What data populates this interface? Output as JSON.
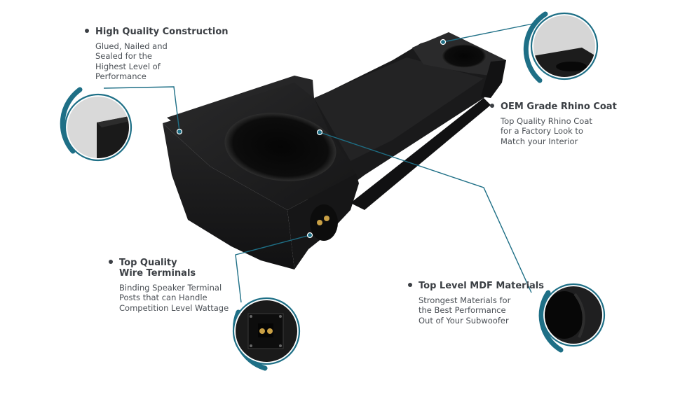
{
  "colors": {
    "accent": "#1e6f86",
    "box": "#1b1b1c",
    "text": "#3b3f44"
  },
  "features": [
    {
      "id": "construction",
      "title": "High Quality Construction",
      "desc_lines": [
        "Glued, Nailed and",
        "Sealed for the",
        "Highest Level of",
        "Performance"
      ]
    },
    {
      "id": "rhino",
      "title": "OEM Grade Rhino Coat",
      "desc_lines": [
        "Top Quality Rhino Coat",
        "for a Factory Look to",
        "Match your Interior"
      ]
    },
    {
      "id": "terminals",
      "title_lines": [
        "Top Quality",
        "Wire Terminals"
      ],
      "desc_lines": [
        "Binding Speaker Terminal",
        "Posts that can Handle",
        "Competition Level Wattage"
      ]
    },
    {
      "id": "mdf",
      "title": "Top Level MDF Materials",
      "desc_lines": [
        "Strongest Materials for",
        "the Best Performance",
        "Out of  Your Subwoofer"
      ]
    }
  ],
  "icons": [
    "corner-detail-icon",
    "coating-detail-icon",
    "terminal-detail-icon",
    "mdf-detail-icon"
  ]
}
